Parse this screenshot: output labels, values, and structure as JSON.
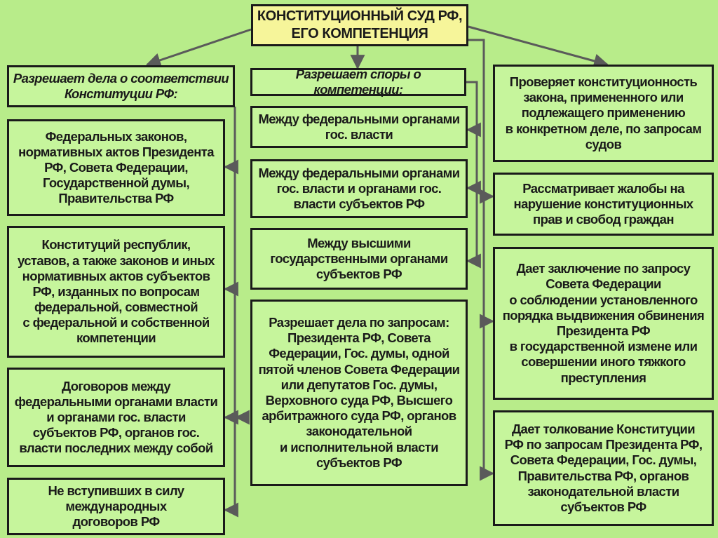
{
  "title": "КОНСТИТУЦИОННЫЙ СУД РФ,\nЕГО КОМПЕТЕНЦИЯ",
  "left": {
    "header": "Разрешает дела о соответствии\nКонституции РФ:",
    "items": [
      "Федеральных законов,\nнормативных актов Президента\nРФ, Совета Федерации,\nГосударственной думы,\nПравительства РФ",
      "Конституций  республик,\nуставов, а также законов и иных\nнормативных актов субъектов\nРФ, изданных по вопросам\nфедеральной, совместной\nс федеральной и собственной\nкомпетенции",
      "Договоров между\nфедеральными органами власти\nи органами гос. власти\nсубъектов РФ, органов гос.\nвласти последних между собой",
      "Не вступивших в силу\nмеждународных\nдоговоров РФ"
    ]
  },
  "middle": {
    "header": "Разрешает споры о компетенции:",
    "items": [
      "Между федеральными органами\nгос. власти",
      "Между федеральными органами\nгос. власти и органами гос.\nвласти субъектов РФ",
      "Между высшими\nгосударственными органами\nсубъектов РФ"
    ],
    "requests": "Разрешает дела по запросам:\nПрезидента РФ, Совета\nФедерации, Гос. думы, одной\nпятой членов Совета Федерации\nили депутатов Гос. думы,\nВерховного суда РФ, Высшего\nарбитражного суда РФ, органов\nзаконодательной\nи исполнительной власти\nсубъектов РФ"
  },
  "right": {
    "items": [
      "Проверяет конституционность\nзакона, примененного или\nподлежащего применению\nв конкретном деле, по запросам\nсудов",
      "Рассматривает жалобы на\nнарушение конституционных\nправ и свобод граждан",
      "Дает заключение по запросу\nСовета Федерации\nо соблюдении установленного\nпорядка выдвижения обвинения\nПрезидента РФ\nв государственной измене или\nсовершении иного тяжкого\nпреступления",
      "Дает толкование Конституции\nРФ по запросам Президента РФ,\nСовета Федерации, Гос. думы,\nПравительства РФ, органов\nзаконодательной власти\nсубъектов РФ"
    ]
  },
  "colors": {
    "background": "#b8ec8a",
    "box_fill": "#c6f59c",
    "title_fill": "#f6f59a",
    "border": "#1a1a1a",
    "connector": "#5a5a5a"
  }
}
